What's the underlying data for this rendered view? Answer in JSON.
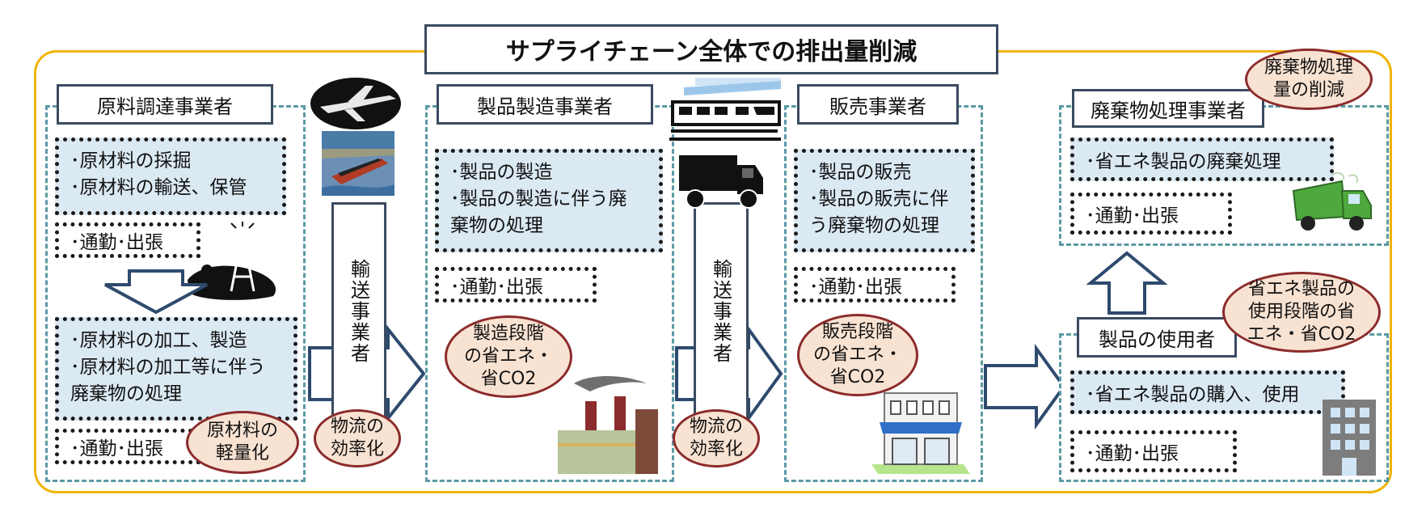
{
  "title": "サプライチェーン全体での排出量削減",
  "sections": {
    "raw_material": {
      "title": "原料調達事業者",
      "box1": [
        "･原材料の採掘",
        "･原材料の輸送、保管"
      ],
      "commute1": "･通勤･出張",
      "box2": [
        "･原材料の加工、製造",
        "･原材料の加工等に伴う",
        "廃棄物の処理"
      ],
      "commute2": "･通勤･出張",
      "oval": [
        "原材料の",
        "軽量化"
      ]
    },
    "transport1": {
      "title": "輸送事業者",
      "oval": [
        "物流の",
        "効率化"
      ]
    },
    "manufacturing": {
      "title": "製品製造事業者",
      "box": [
        "･製品の製造",
        "･製品の製造に伴う廃",
        "棄物の処理"
      ],
      "commute": "･通勤･出張",
      "oval": [
        "製造段階",
        "の省エネ・",
        "省CO2"
      ]
    },
    "transport2": {
      "title": "輸送事業者",
      "oval": [
        "物流の",
        "効率化"
      ]
    },
    "sales": {
      "title": "販売事業者",
      "box": [
        "･製品の販売",
        "･製品の販売に伴",
        "う廃棄物の処理"
      ],
      "commute": "･通勤･出張",
      "oval": [
        "販売段階",
        "の省エネ・",
        "省CO2"
      ]
    },
    "waste": {
      "title": "廃棄物処理事業者",
      "box": "･省エネ製品の廃棄処理",
      "commute": "･通勤･出張",
      "oval": [
        "廃棄物処理",
        "量の削減"
      ]
    },
    "users": {
      "title": "製品の使用者",
      "box": "･省エネ製品の購入、使用",
      "commute": "･通勤･出張",
      "oval": [
        "省エネ製品の",
        "使用段階の省",
        "エネ・省CO2"
      ]
    }
  },
  "icons": [
    "airplane-icon",
    "ship-icon",
    "oil-pump-icon",
    "train-icon",
    "truck-icon",
    "factory-icon",
    "shop-icon",
    "garbage-truck-icon",
    "building-icon"
  ],
  "colors": {
    "frame": "#f0b400",
    "section_border": "#5a9aa4",
    "box_fill": "#dbe9f3",
    "oval_fill": "#f8e2d2",
    "oval_border": "#8b2b2b",
    "arrow": "#2e4a6e"
  }
}
